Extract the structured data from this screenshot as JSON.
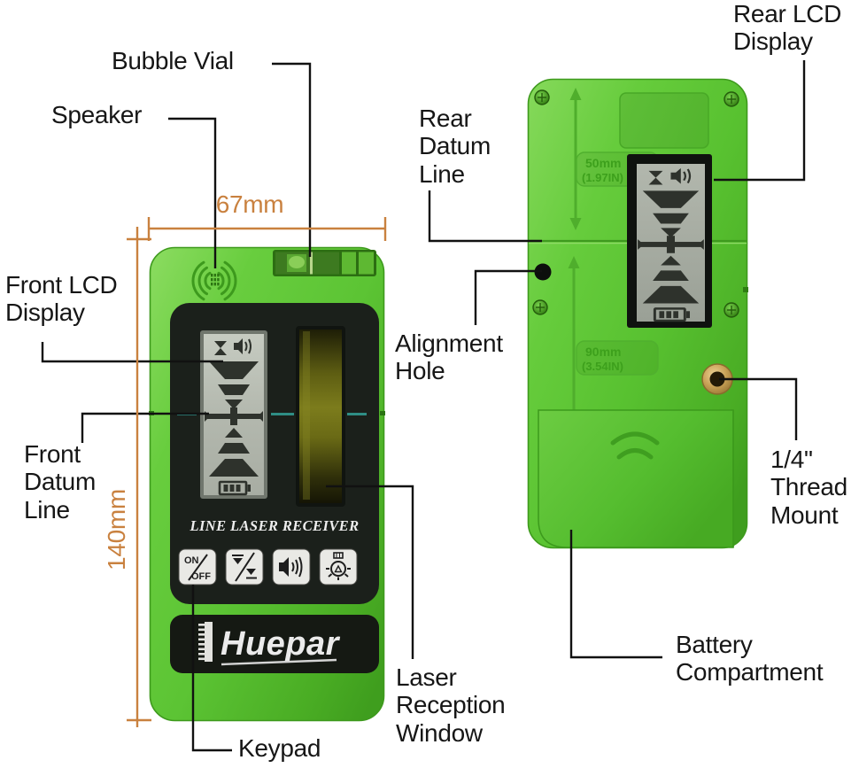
{
  "figure": {
    "type": "product-annotation-diagram",
    "product": "Line Laser Receiver (front and rear views)"
  },
  "colors": {
    "body_green": "#5ec636",
    "body_green_dark": "#3f9e1e",
    "panel_black": "#1b201b",
    "accent_orange": "#c9813f",
    "lcd_gray": "#b7bcb2",
    "lcd_icon": "#2e322c",
    "laser_window_olive": "#6b6b16",
    "brass": "#c8a055",
    "leader_line": "#111111"
  },
  "labels": {
    "bubble_vial": "Bubble Vial",
    "speaker": "Speaker",
    "rear_lcd": "Rear LCD\nDisplay",
    "rear_datum": "Rear\nDatum\nLine",
    "front_lcd": "Front LCD\nDisplay",
    "alignment_hole": "Alignment\nHole",
    "front_datum": "Front\nDatum\nLine",
    "thread_mount": "1/4\"\nThread\nMount",
    "laser_window": "Laser\nReception\nWindow",
    "battery": "Battery\nCompartment",
    "keypad": "Keypad"
  },
  "dimensions": {
    "width": "67mm",
    "height": "140mm"
  },
  "front_device": {
    "screen_label": "LINE LASER RECEIVER",
    "brand": "Huepar",
    "buttons": [
      {
        "name": "power",
        "label_top": "ON",
        "label_bottom": "OFF"
      },
      {
        "name": "accuracy",
        "icon": "accuracy-toggle-icon"
      },
      {
        "name": "volume",
        "icon": "speaker-volume-icon"
      },
      {
        "name": "backlight",
        "icon": "backlight-bulb-icon"
      }
    ]
  },
  "rear_device": {
    "scale_top_mm": "50mm",
    "scale_top_in": "(1.97IN)",
    "scale_bottom_mm": "90mm",
    "scale_bottom_in": "(3.54IN)"
  }
}
